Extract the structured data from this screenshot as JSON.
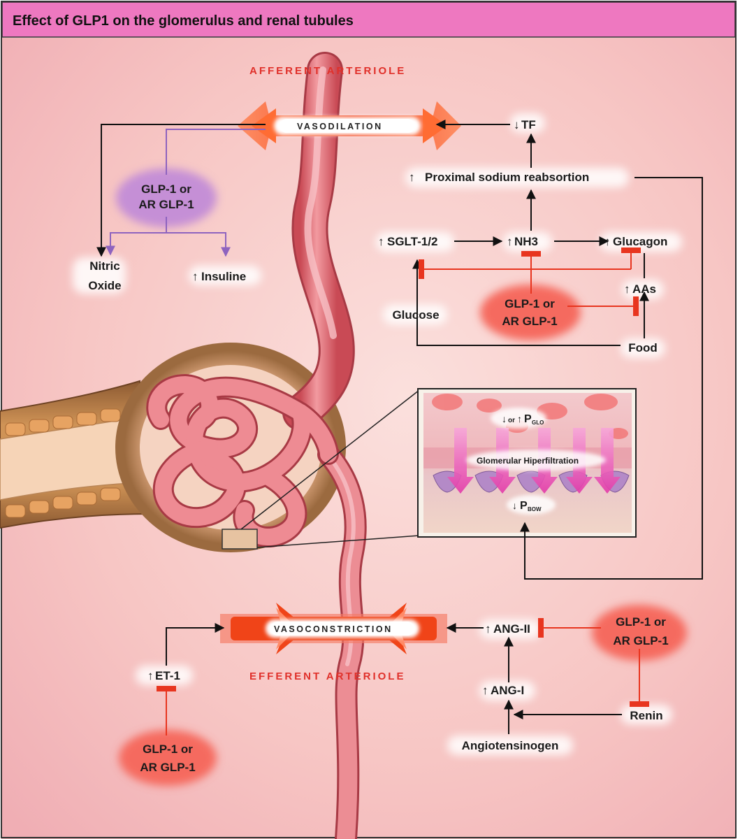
{
  "title": "Effect of GLP1 on the glomerulus and renal tubules",
  "vessels": {
    "afferent": "AFFERENT  ARTERIOLE",
    "efferent": "EFFERENT  ARTERIOLE",
    "vasodilation": "VASODILATION",
    "vasoconstriction": "VASOCONSTRICTION"
  },
  "top_left": {
    "glp_line1": "GLP-1 or",
    "glp_line2": "AR GLP-1",
    "nitric_line1": "Nitric",
    "nitric_line2": "Oxide",
    "insuline": "Insuline"
  },
  "top_right": {
    "tf": "TF",
    "proximal": "Proximal sodium reabsortion",
    "sglt": "SGLT-1/2",
    "nh3": "NH3",
    "glucagon": "Glucagon",
    "aas": "AAs",
    "glucose": "Glucose",
    "glp_line1": "GLP-1 or",
    "glp_line2": "AR GLP-1",
    "food": "Food"
  },
  "inset": {
    "p_glo_prefix": "or",
    "p_glo_main": "P",
    "p_glo_sub": "GLO",
    "hyperfiltration": "Glomerular Hiperfiltration",
    "p_bow_main": "P",
    "p_bow_sub": "BOW"
  },
  "bottom_left": {
    "et1": "ET-1",
    "glp_line1": "GLP-1 or",
    "glp_line2": "AR GLP-1"
  },
  "bottom_right": {
    "ang2": "ANG-II",
    "ang1": "ANG-I",
    "glp_line1": "GLP-1 or",
    "glp_line2": "AR GLP-1",
    "renin": "Renin",
    "angiotensinogen": "Angiotensinogen"
  },
  "colors": {
    "header_bg": "#ee78c0",
    "background": "#f7c9c6",
    "vessel": "#e9797f",
    "band": "#f04418",
    "glp_blob_purple": "#c58fd6",
    "glp_blob_red": "#f56b5e",
    "inhibit_line": "#e8351f",
    "purple_arrow": "#8e63bf"
  }
}
